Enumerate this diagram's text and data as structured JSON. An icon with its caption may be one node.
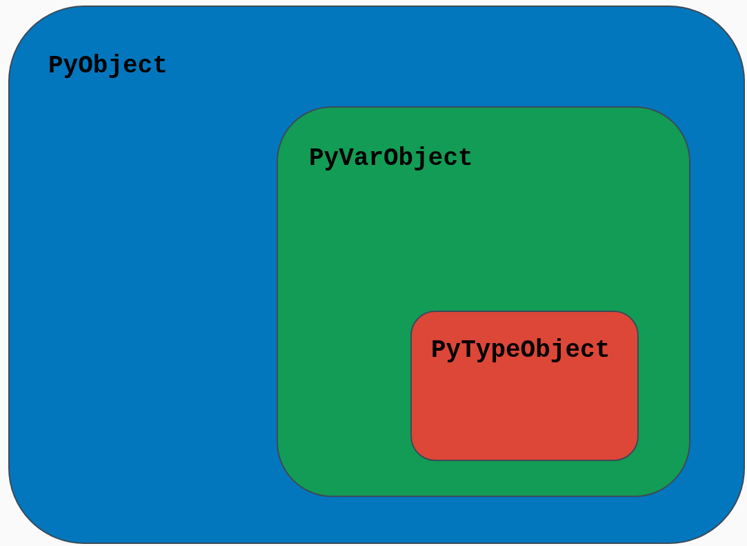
{
  "diagram": {
    "nodes": [
      {
        "text": [
          "PyObject"
        ]
      },
      {
        "text": [
          "PyVarObject"
        ],
        "in": 0
      },
      {
        "text": [
          "PyTypeObject"
        ],
        "in": 1
      }
    ]
  }
}
